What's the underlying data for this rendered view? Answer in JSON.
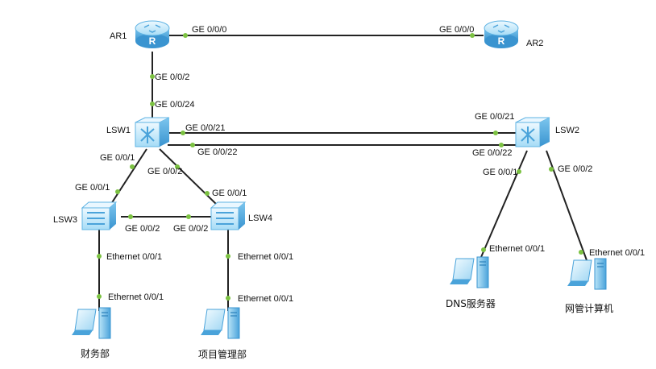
{
  "devices": {
    "ar1": "AR1",
    "ar2": "AR2",
    "lsw1": "LSW1",
    "lsw2": "LSW2",
    "lsw3": "LSW3",
    "lsw4": "LSW4",
    "pc_finance": "财务部",
    "pc_project": "项目管理部",
    "pc_dns": "DNS服务器",
    "pc_nms": "网管计算机"
  },
  "ports": {
    "ar1_ge000": "GE 0/0/0",
    "ar2_ge000": "GE 0/0/0",
    "ar1_ge002": "GE 0/0/2",
    "lsw1_ge0024": "GE 0/0/24",
    "lsw1_ge0021": "GE 0/0/21",
    "lsw1_ge0022": "GE 0/0/22",
    "lsw2_ge0021": "GE 0/0/21",
    "lsw2_ge0022": "GE 0/0/22",
    "lsw1_ge001": "GE 0/0/1",
    "lsw1_ge002": "GE 0/0/2",
    "lsw3_ge001": "GE 0/0/1",
    "lsw4_ge001": "GE 0/0/1",
    "lsw3_ge002": "GE 0/0/2",
    "lsw4_ge002": "GE 0/0/2",
    "lsw2_ge001": "GE 0/0/1",
    "lsw2_ge002": "GE 0/0/2",
    "lsw3_eth001": "Ethernet 0/0/1",
    "pc_finance_eth001": "Ethernet 0/0/1",
    "lsw4_eth001": "Ethernet 0/0/1",
    "pc_project_eth001": "Ethernet 0/0/1",
    "dns_eth001": "Ethernet 0/0/1",
    "nms_eth001": "Ethernet 0/0/1"
  },
  "colors": {
    "link": "#222222",
    "port_dot": "#7cc242",
    "device_light": "#d6effc",
    "device_mid": "#8fd0f2",
    "device_dark": "#3a9ad6"
  }
}
